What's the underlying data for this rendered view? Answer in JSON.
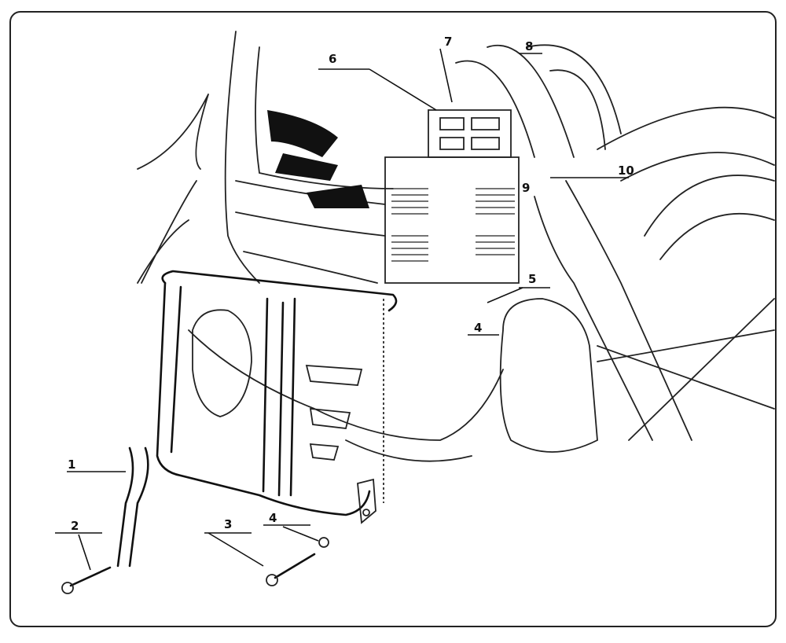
{
  "diagram": {
    "part_labels": [
      "1",
      "2",
      "3",
      "4",
      "4",
      "5",
      "6",
      "7",
      "8",
      "9",
      "10"
    ]
  }
}
